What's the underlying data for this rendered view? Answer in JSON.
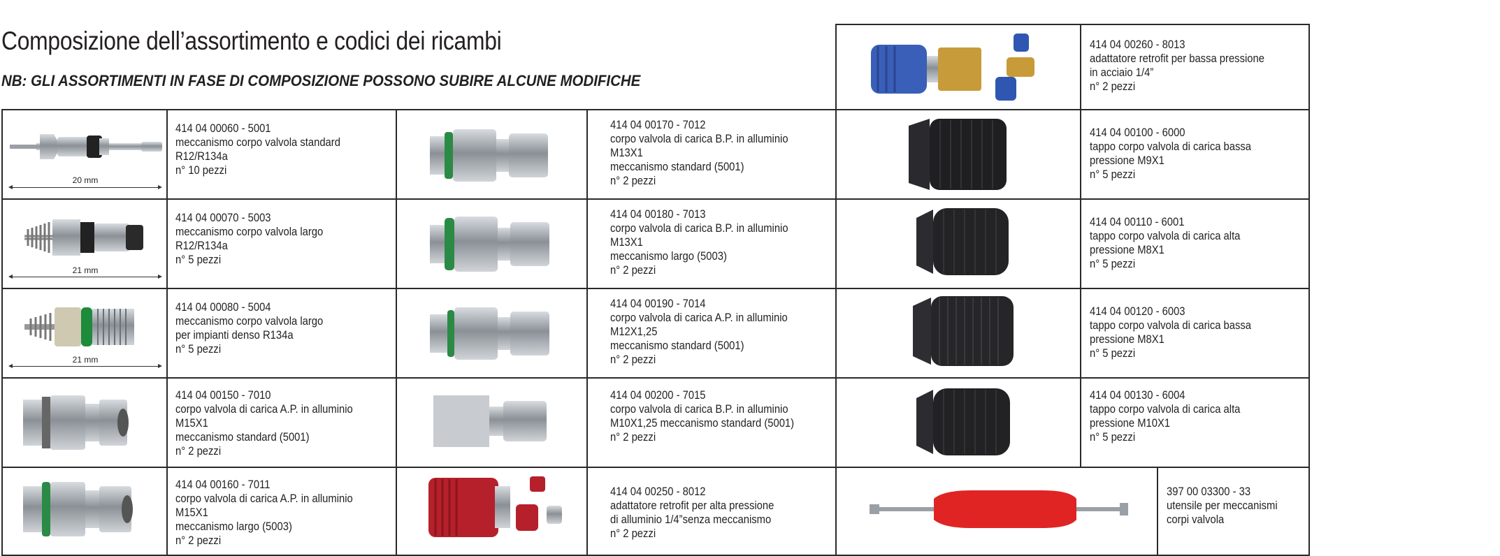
{
  "header": {
    "title": "Composizione dell’assortimento e codici dei ricambi",
    "note": "NB: GLI ASSORTIMENTI IN FASE DI COMPOSIZIONE POSSONO SUBIRE ALCUNE MODIFICHE"
  },
  "dimensions": {
    "d1": "20 mm",
    "d2": "21 mm",
    "d3": "21 mm"
  },
  "items": {
    "c1r1": [
      "414 04 00060 - 5001",
      "meccanismo corpo valvola standard",
      "R12/R134a",
      "n° 10 pezzi"
    ],
    "c1r2": [
      "414 04 00070 - 5003",
      "meccanismo corpo valvola largo",
      "R12/R134a",
      "n° 5 pezzi"
    ],
    "c1r3": [
      "414 04 00080 - 5004",
      "meccanismo corpo valvola largo",
      "per impianti denso R134a",
      "n° 5 pezzi"
    ],
    "c1r4": [
      "414 04 00150 - 7010",
      "corpo valvola di carica A.P. in alluminio",
      "M15X1",
      "meccanismo standard (5001)",
      "n° 2 pezzi"
    ],
    "c1r5": [
      "414 04 00160 - 7011",
      "corpo valvola di carica A.P. in alluminio",
      "M15X1",
      "meccanismo largo (5003)",
      "n° 2 pezzi"
    ],
    "c2r1": [
      "414 04 00170 - 7012",
      "corpo valvola di carica B.P. in alluminio",
      "M13X1",
      "meccanismo standard (5001)",
      "n° 2 pezzi"
    ],
    "c2r2": [
      "414 04 00180 - 7013",
      "corpo valvola di carica B.P. in alluminio",
      "M13X1",
      "meccanismo largo (5003)",
      "n° 2 pezzi"
    ],
    "c2r3": [
      "414 04 00190 - 7014",
      "corpo valvola di carica A.P. in alluminio",
      "M12X1,25",
      "meccanismo standard (5001)",
      "n° 2 pezzi"
    ],
    "c2r4": [
      "414 04 00200 - 7015",
      "corpo valvola di carica B.P. in alluminio",
      "M10X1,25 meccanismo standard (5001)",
      "n° 2 pezzi"
    ],
    "c2r5": [
      "414 04 00250 - 8012",
      "adattatore retrofit per alta pressione",
      " di alluminio 1/4”senza meccanismo",
      "n° 2 pezzi"
    ],
    "c3r0": [
      "414 04 00260 - 8013",
      "adattatore retrofit per bassa pressione",
      "in acciaio 1/4”",
      "n° 2 pezzi"
    ],
    "c3r1": [
      "414 04 00100 - 6000",
      "tappo corpo valvola di carica bassa",
      "pressione M9X1",
      "n° 5 pezzi"
    ],
    "c3r2": [
      "414 04 00110 - 6001",
      "tappo corpo valvola di carica alta",
      "pressione M8X1",
      "n° 5 pezzi"
    ],
    "c3r3": [
      "414 04 00120 - 6003",
      "tappo corpo valvola di carica bassa",
      "pressione M8X1",
      "n° 5 pezzi"
    ],
    "c3r4": [
      "414 04 00130 - 6004",
      "tappo corpo valvola di carica alta",
      "pressione M10X1",
      "n° 5 pezzi"
    ],
    "c3r5": [
      "397 00 03300 - 33",
      "utensile per meccanismi",
      "corpi valvola"
    ]
  }
}
